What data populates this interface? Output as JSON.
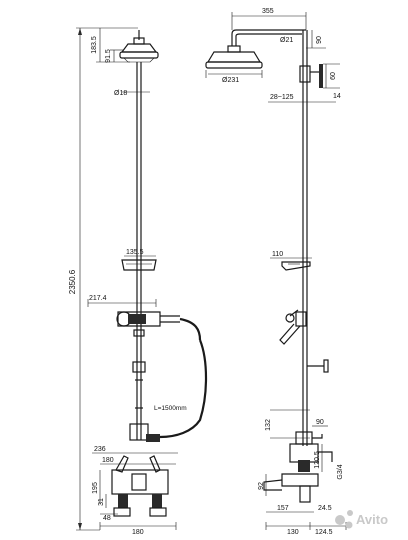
{
  "front_view": {
    "dimensions": {
      "total_height": "2350.6",
      "head_height": "183.5",
      "head_thickness": "91.5",
      "riser_diameter": "Ø18",
      "soap_dish": "135.5",
      "handset_bracket": "217.4",
      "hose_length": "L=1500mm",
      "mixer_overall_width": "236",
      "mixer_width": "180",
      "mixer_body_height": "195",
      "wall_clearance": "31",
      "lower_height": "48",
      "base_width": "180"
    }
  },
  "side_view": {
    "dimensions": {
      "arm_length": "355",
      "arm_diameter": "Ø21",
      "head_offset": "90",
      "head_diameter": "Ø231",
      "bracket_height": "60",
      "bracket_depth": "14",
      "adjust_range": "28~125",
      "shelf_depth": "110",
      "mixer_height": "132",
      "mixer_depth": "90",
      "spout_height": "120.5",
      "inlet_thread": "G3/4",
      "spout_drop": "92",
      "spout_offset": "157",
      "base_depth": "130",
      "wall_offset": "124.5",
      "small_dim": "24.5"
    }
  },
  "watermark": "Avito"
}
